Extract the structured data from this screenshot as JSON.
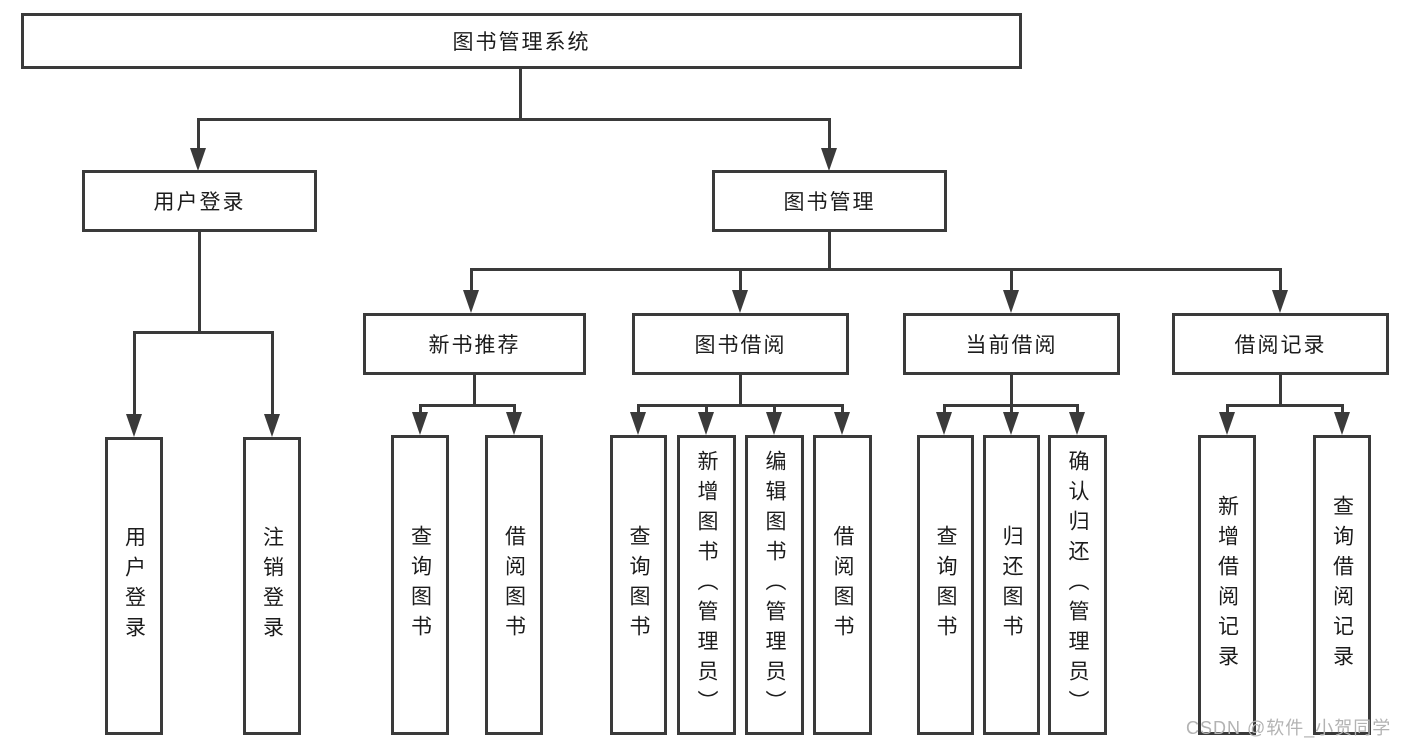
{
  "diagram_type": "hierarchy-tree",
  "colors": {
    "line": "#3a3a3a",
    "text": "#1c1c1c",
    "background": "#ffffff",
    "watermark": "#b3b3b3"
  },
  "tree": {
    "label": "图书管理系统",
    "children": [
      {
        "label": "用户登录",
        "children": [
          {
            "label": "用户登录"
          },
          {
            "label": "注销登录"
          }
        ]
      },
      {
        "label": "图书管理",
        "children": [
          {
            "label": "新书推荐",
            "children": [
              {
                "label": "查询图书"
              },
              {
                "label": "借阅图书"
              }
            ]
          },
          {
            "label": "图书借阅",
            "children": [
              {
                "label": "查询图书"
              },
              {
                "label": "新增图书（管理员）"
              },
              {
                "label": "编辑图书（管理员）"
              },
              {
                "label": "借阅图书"
              }
            ]
          },
          {
            "label": "当前借阅",
            "children": [
              {
                "label": "查询图书"
              },
              {
                "label": "归还图书"
              },
              {
                "label": "确认归还（管理员）"
              }
            ]
          },
          {
            "label": "借阅记录",
            "children": [
              {
                "label": "新增借阅记录"
              },
              {
                "label": "查询借阅记录"
              }
            ]
          }
        ]
      }
    ]
  },
  "watermark": "CSDN @软件_小贺同学"
}
